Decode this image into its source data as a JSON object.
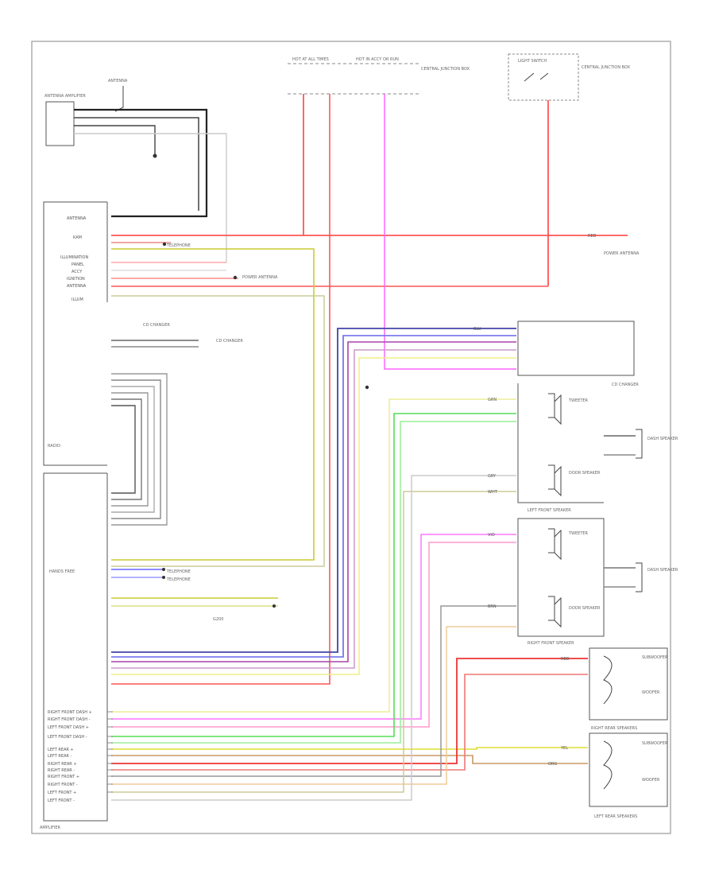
{
  "diagram": {
    "antenna_label": "ANTENNA",
    "antenna_module_label": "ANTENNA AMPLIFIER",
    "radio_label": "RADIO",
    "amplifier_label": "AMPLIFIER",
    "fuse_left_label": "HOT AT ALL TIMES",
    "fuse_center_label": "HOT IN ACCY OR RUN",
    "fuse_box_label": "CENTRAL JUNCTION BOX",
    "switch_label": "LIGHT SWITCH",
    "switch_note": "CENTRAL JUNCTION BOX",
    "powerlocks_label": "POWER ANTENNA",
    "cd_changer_label": "CD CHANGER",
    "sub_label": "SUBWOOFER",
    "left_front_speaker": "LEFT FRONT SPEAKER",
    "right_front_speaker": "RIGHT FRONT SPEAKER",
    "left_rear_speaker": "LEFT REAR SPEAKERS",
    "right_rear_speaker": "RIGHT REAR SPEAKERS",
    "dash_speaker": "DASH SPEAKER",
    "door_speaker": "DOOR SPEAKER",
    "tweeter_label": "TWEETER",
    "woofer_label": "WOOFER",
    "telephone_label": "TELEPHONE",
    "hands_free": "HANDS FREE",
    "ground_label": "G200",
    "radio_pins": [
      "ANTENNA",
      "KAM",
      "ILLUMINATION",
      "PANEL",
      "ACCY",
      "IGNITION",
      "ANTENNA",
      "ILLUM"
    ],
    "amp_pins": [
      "RIGHT FRONT DASH +",
      "RIGHT FRONT DASH -",
      "LEFT FRONT DASH +",
      "LEFT FRONT DASH -",
      "LEFT REAR +",
      "LEFT REAR -",
      "RIGHT REAR +",
      "RIGHT REAR -",
      "RIGHT FRONT +",
      "RIGHT FRONT -",
      "LEFT FRONT +",
      "LEFT FRONT -"
    ],
    "wire_colors": [
      "RED",
      "YEL",
      "GRN",
      "VIO",
      "BLU",
      "ORG",
      "BRN",
      "GRY",
      "WHT"
    ]
  }
}
